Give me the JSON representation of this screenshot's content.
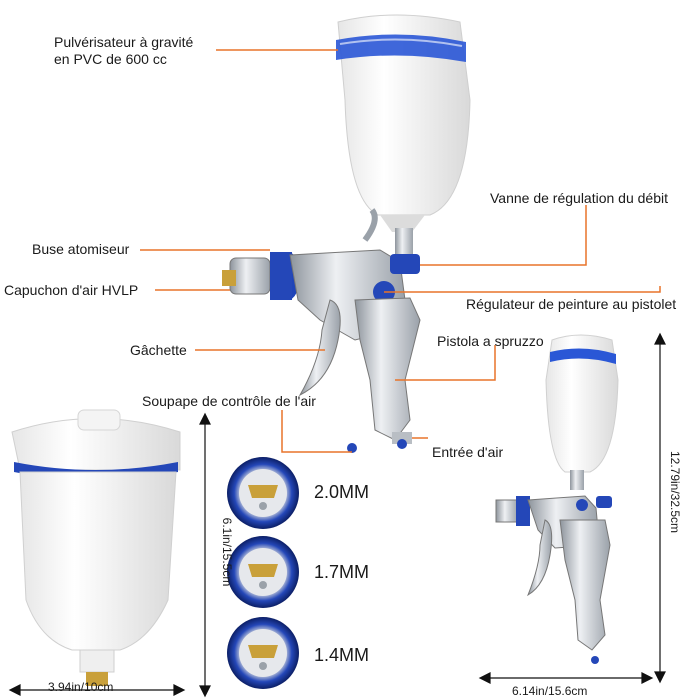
{
  "callouts": {
    "gravity_cup": "Pulvérisateur à gravité\nen PVC de 600 cc",
    "flow_valve": "Vanne de régulation du débit",
    "atomizer_nozzle": "Buse atomiseur",
    "air_cap": "Capuchon d'air HVLP",
    "paint_regulator": "Régulateur de peinture au pistolet",
    "trigger": "Gâchette",
    "spray_gun": "Pistola a spruzzo",
    "air_control_valve": "Soupape de contrôle de l'air",
    "air_inlet": "Entrée d'air"
  },
  "nozzles": [
    {
      "size": "2.0MM"
    },
    {
      "size": "1.7MM"
    },
    {
      "size": "1.4MM"
    }
  ],
  "dimensions": {
    "cup_height": "6.1in/15.5cm",
    "cup_width": "3.94in/10cm",
    "gun_height": "12.79in/32.5cm",
    "gun_width": "6.14in/15.6cm"
  },
  "colors": {
    "callout_line": "#e8742a",
    "accent_blue": "#2447b8",
    "cup_white": "#f2f2f2",
    "metal": "#c8ccd2"
  }
}
